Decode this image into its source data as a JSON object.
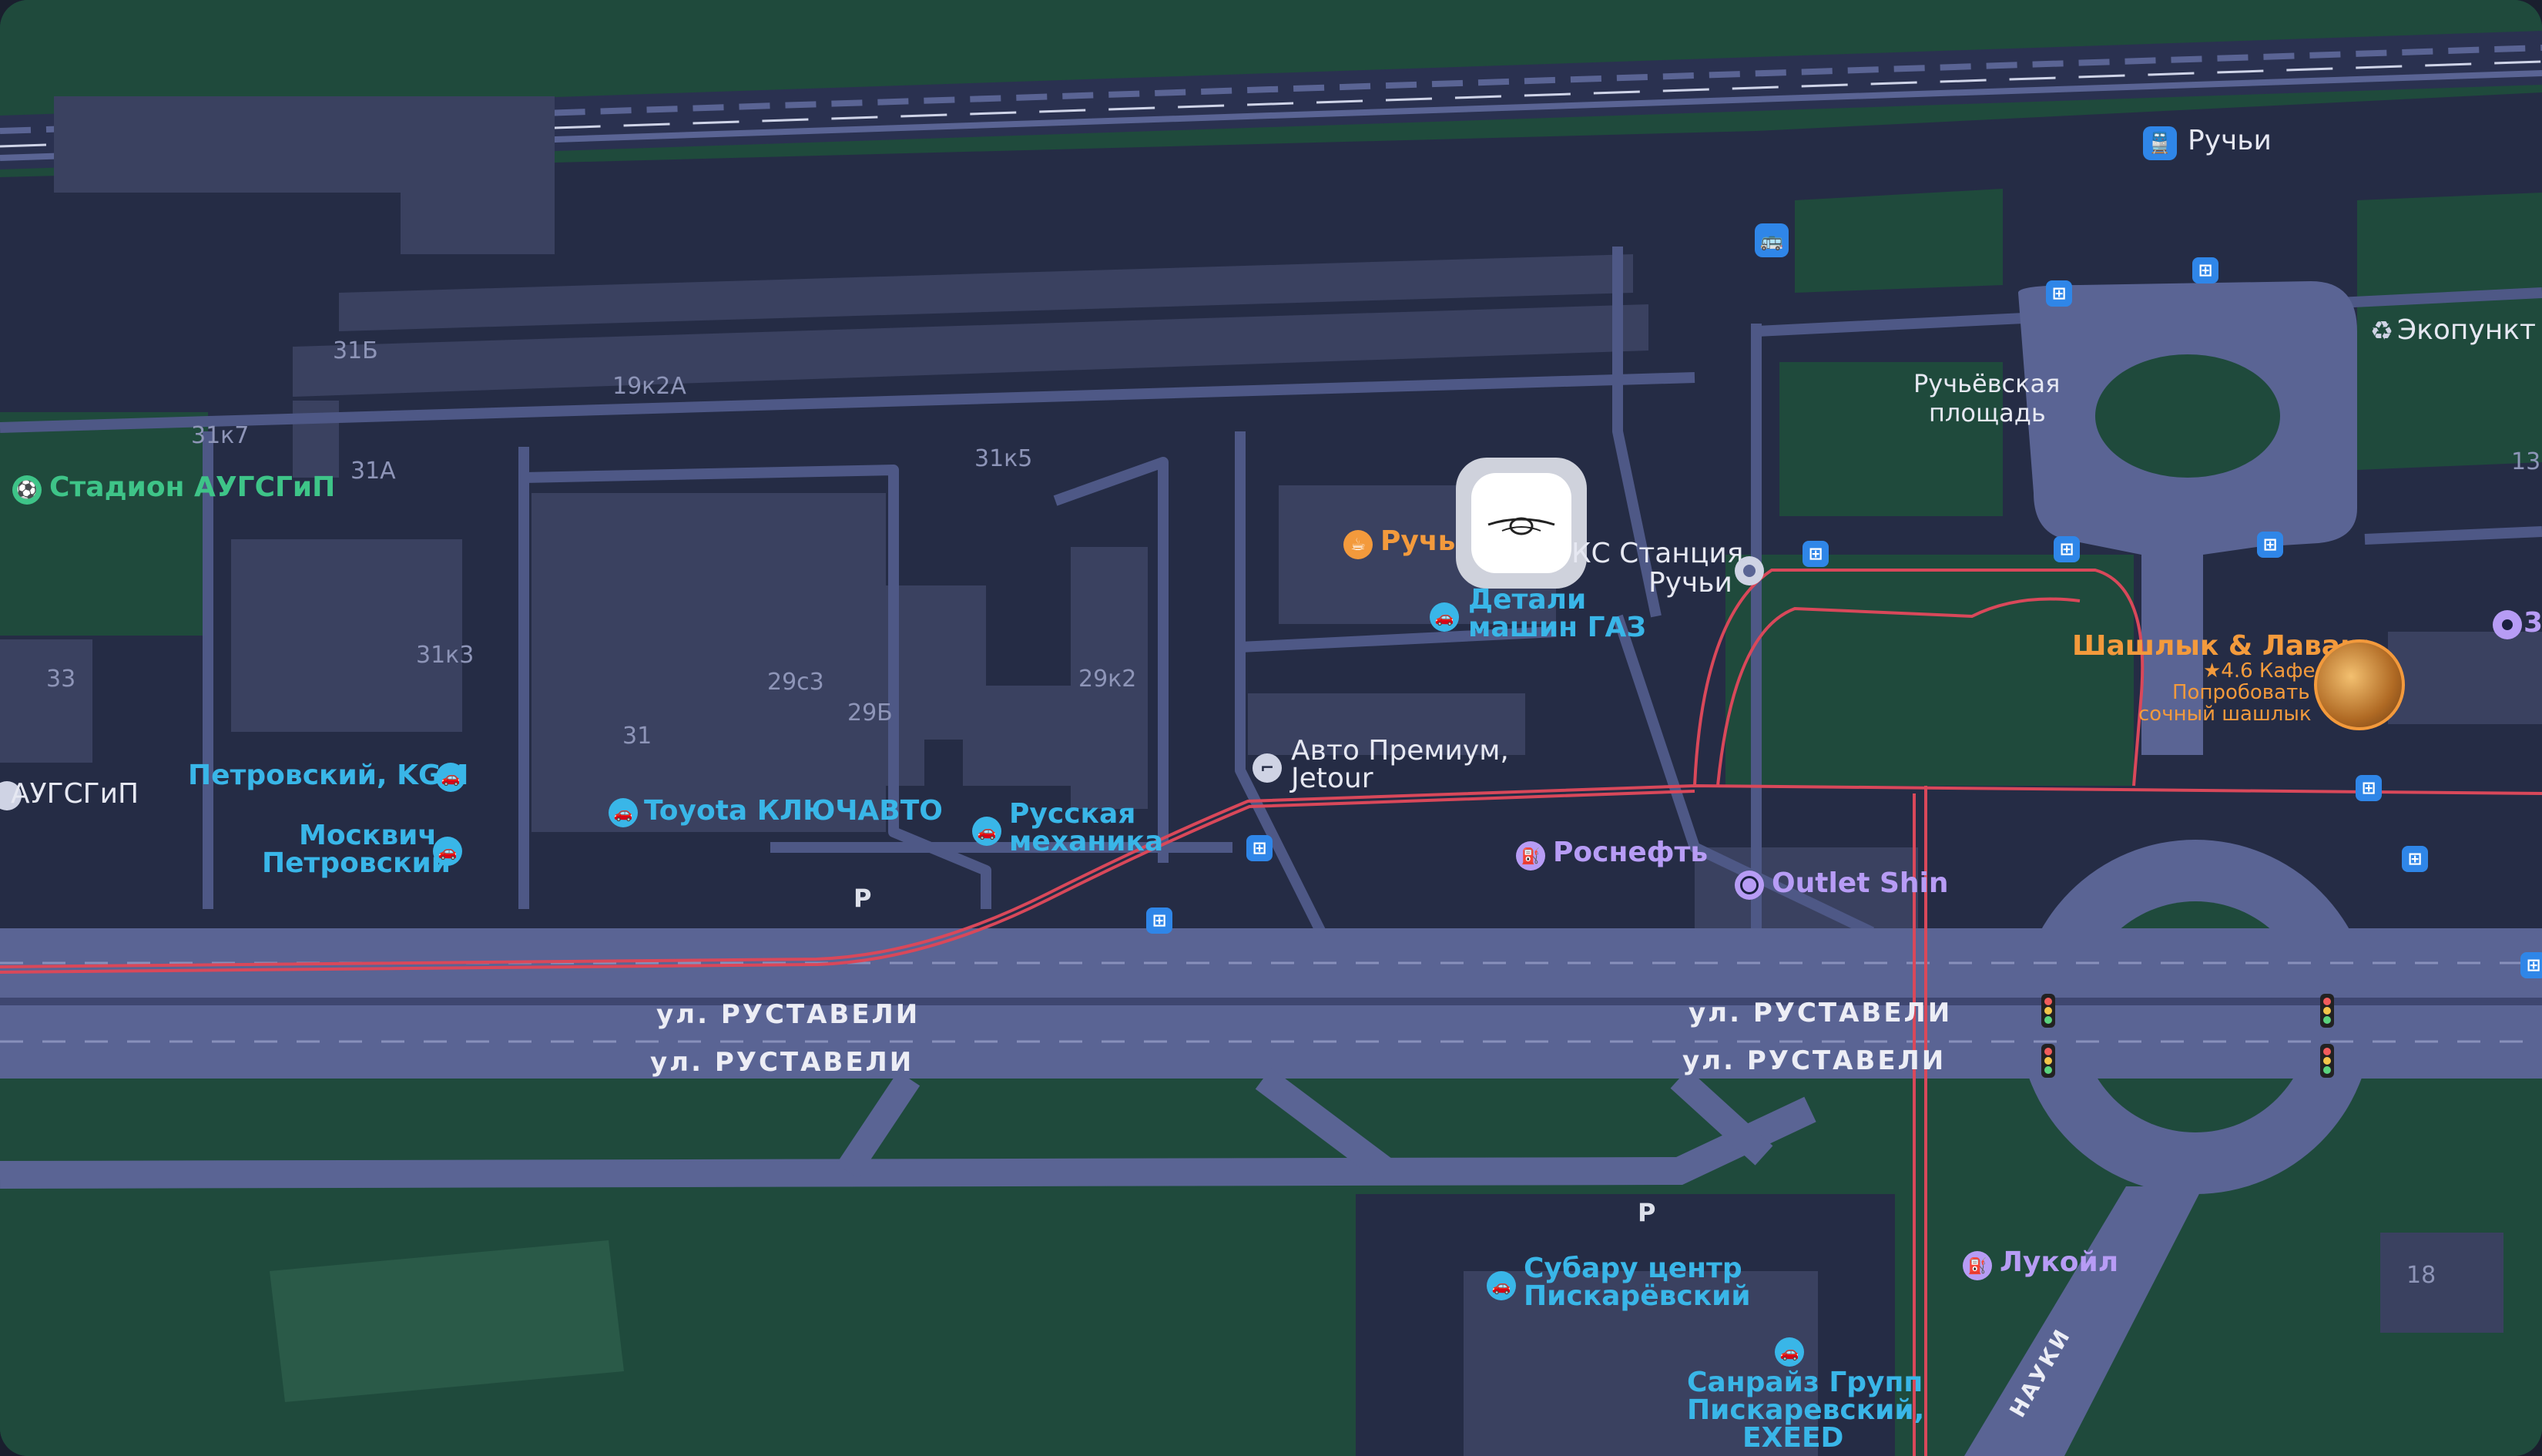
{
  "map": {
    "colors": {
      "park": "#1f4a3c",
      "block": "#252c45",
      "building": "#3a4160",
      "road": "#5a6494",
      "road_light": "#6a74a6",
      "rail": "#4a5480",
      "tramline": "#d9485a"
    },
    "buildings": [
      {
        "name": "building-label-31b",
        "text": "31Б"
      },
      {
        "name": "building-label-19k2a",
        "text": "19к2А"
      },
      {
        "name": "building-label-31k7",
        "text": "31к7"
      },
      {
        "name": "building-label-31a",
        "text": "31А"
      },
      {
        "name": "building-label-31k5",
        "text": "31к5"
      },
      {
        "name": "building-label-33",
        "text": "33"
      },
      {
        "name": "building-label-31k3",
        "text": "31к3"
      },
      {
        "name": "building-label-29s3",
        "text": "29с3"
      },
      {
        "name": "building-label-29b",
        "text": "29Б"
      },
      {
        "name": "building-label-29k2",
        "text": "29к2"
      },
      {
        "name": "building-label-31",
        "text": "31"
      },
      {
        "name": "building-label-13",
        "text": "13"
      },
      {
        "name": "building-label-18",
        "text": "18"
      }
    ],
    "pois": {
      "stadium": "Стадион АУГСГиП",
      "augsgip": "АУГСГиП",
      "petrovsky_kgm": "Петровский, KGM",
      "moskvich_line1": "Москвич,",
      "moskvich_line2": "Петровский",
      "toyota": "Toyota КЛЮЧАВТО",
      "russkaya_line1": "Русская",
      "russkaya_line2": "механика",
      "ruchyi_cafe": "Ручьи",
      "ks_line1": "КС Станция",
      "ks_line2": "Ручьи",
      "gaz_line1": "Детали",
      "gaz_line2": "машин ГАЗ",
      "avto_line1": "Авто Премиум,",
      "avto_line2": "Jetour",
      "rosneft": "Роснефть",
      "outlet": "Outlet Shin",
      "ruchyevskaya_line1": "Ручьёвская",
      "ruchyevskaya_line2": "площадь",
      "ekopunkt": "Экопункт",
      "ruchyi_station": "Ручьи",
      "shashlyk_title": "Шашлык & Лаваш",
      "shashlyk_rating": "★4.6 Кафе",
      "shashlyk_promo1": "Попробовать",
      "shashlyk_promo2": "сочный шашлык",
      "lukoil": "Лукойл",
      "subaru_line1": "Субару центр",
      "subaru_line2": "Пискарёвский",
      "sanraiz_line1": "Санрайз Групп",
      "sanraiz_line2": "Пискаревский,",
      "sanraiz_line3": "EXEED",
      "partial_right": "3"
    },
    "streets": {
      "rustaveli": "ул. РУСТАВЕЛИ",
      "nauki": "НАУКИ"
    },
    "parking": "P",
    "icons": {
      "car_service": "car-icon",
      "tram_stop": "tram-stop-icon",
      "fuel": "fuel-station-icon",
      "cafe": "coffee-cup-icon",
      "recycle": "recycle-icon",
      "traffic_light": "traffic-light-icon",
      "train_station": "train-station-icon"
    }
  }
}
